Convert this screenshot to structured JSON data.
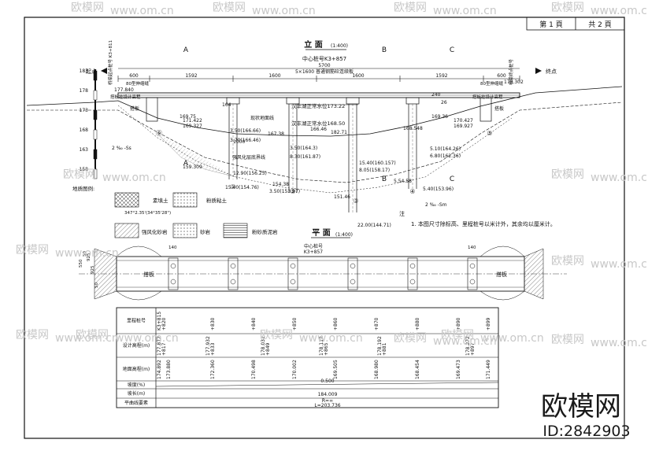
{
  "header": {
    "page_label": "第 1 頁",
    "total_label": "共 2 頁"
  },
  "elevation": {
    "title": "立 面",
    "scale": "(1:400)",
    "center_station": "中心桩号K3+857",
    "overall_len": "5700",
    "beam_note": "5×1600 普通钢筋砼连续板",
    "start_label": "起点",
    "end_label": "终点",
    "start_station": "桥梁起点桩号 K3+811",
    "end_station": "桥梁终点桩号",
    "start_abut": "80型伸缩缝",
    "end_abut": "80型伸缩缝",
    "start_slab": "搭板",
    "end_slab": "搭板",
    "start_slab2": "搭板挂设计高程",
    "end_slab2": "搭板挂设计高程",
    "span_dims": [
      "600",
      "1592",
      "1600",
      "1600",
      "1592",
      "600"
    ],
    "elev_left": "177.840",
    "elev_right": "178.302",
    "water1": "汉丰湖正常水位173.22",
    "water2": "汉丰湖正常水位168.50",
    "ground_line": "现状地面线",
    "weather_line": "强风化层底界线",
    "sections": [
      "A",
      "B",
      "C"
    ],
    "pier_nums": [
      "⓪",
      "①",
      "②",
      "③",
      "④",
      "⑤"
    ],
    "labels": [
      "171.422",
      "169.327",
      "169.75",
      "3.50(166.66)",
      "3.70(166.46)",
      "167.38",
      "1000",
      "159.309",
      "12.90(156.25)",
      "15.40(154.76)",
      "154.38",
      "3.50(153.97)",
      "151.46",
      "164",
      "3.50(164.3)",
      "8.30(161.87)",
      "166.46",
      "182.71",
      "168.548",
      "169.36",
      "170.427",
      "169.927",
      "5.10(164.26)",
      "6.80(162.36)",
      "15.40(160.157)",
      "8.05(158.17)",
      "5.54.58",
      "5.40(153.96)",
      "22.00(144.71)",
      "240",
      "26"
    ],
    "scale_ticks": [
      "183",
      "178",
      "173",
      "168",
      "163",
      "158"
    ],
    "slope_left": "2 ‰ -Ss",
    "slope_right": "2 ‰ -Sm"
  },
  "legend": {
    "title": "地质图例:",
    "items": [
      "素填土",
      "粉质粘土",
      "强风化砂岩",
      "砂岩",
      "粉砂质泥岩"
    ],
    "angle": "347°2.35'(34°35'28\")"
  },
  "note": {
    "title": "注",
    "text": "1. 本图尺寸除标高、里程桩号以米计外，其余均以厘米计。"
  },
  "plan": {
    "title": "平 面",
    "scale": "(1:400)",
    "center_station": "中心桩号",
    "center_station2": "K3+857",
    "slab_left": "搭板",
    "slab_right": "搭板",
    "dims_left": [
      "550",
      "50",
      "925",
      "925",
      "50"
    ],
    "dim_140": "140"
  },
  "table": {
    "rows": [
      {
        "label": "里程桩号",
        "values": [
          "K3+815",
          "+820",
          "+830",
          "+840",
          "+850",
          "+860",
          "+870",
          "+880",
          "+890",
          "+899"
        ]
      },
      {
        "label": "设计高程(m)",
        "values": [
          "177.872",
          "+817",
          "177.932",
          "+833",
          "178.032",
          "+849",
          "178.112",
          "+865",
          "178.192",
          "+881",
          "178.272",
          "+897"
        ]
      },
      {
        "label": "地面高程(m)",
        "values": [
          "174.892",
          "173.880",
          "172.360",
          "170.498",
          "170.002",
          "169.505",
          "168.980",
          "168.454",
          "169.473",
          "171.449"
        ]
      },
      {
        "label": "坡度(%)",
        "values": [
          "0.500"
        ]
      },
      {
        "label": "坡长(m)",
        "values": [
          "184.009"
        ]
      },
      {
        "label": "平曲线要素",
        "values": [
          "R=∞",
          "L=203.736"
        ]
      }
    ]
  },
  "watermark": {
    "brand": "欧模网",
    "small": "www.om.cn",
    "id": "ID:2842903"
  }
}
